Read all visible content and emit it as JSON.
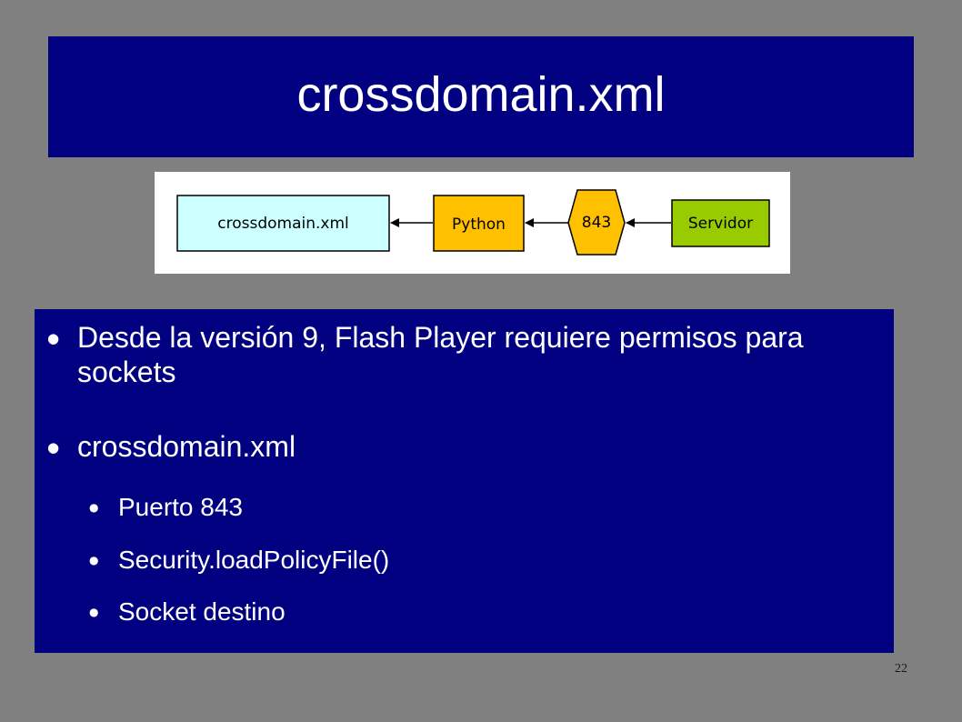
{
  "slide": {
    "title": "crossdomain.xml",
    "number": "22"
  },
  "diagram": {
    "nodes": [
      {
        "label": "crossdomain.xml",
        "fill": "#ccffff"
      },
      {
        "label": "Python",
        "fill": "#ffc000"
      },
      {
        "label": "843",
        "fill": "#ffc000"
      },
      {
        "label": "Servidor",
        "fill": "#99cc00"
      }
    ]
  },
  "content": {
    "bullets": [
      {
        "text": "Desde la versión 9, Flash Player requiere permisos para sockets",
        "level": 1
      },
      {
        "text": "crossdomain.xml",
        "level": 1
      },
      {
        "text": "Puerto 843",
        "level": 2
      },
      {
        "text": "Security.loadPolicyFile()",
        "level": 2
      },
      {
        "text": "Socket destino",
        "level": 2
      }
    ]
  },
  "colors": {
    "background": "#808080",
    "panel": "#000080",
    "text": "#ffffff"
  }
}
